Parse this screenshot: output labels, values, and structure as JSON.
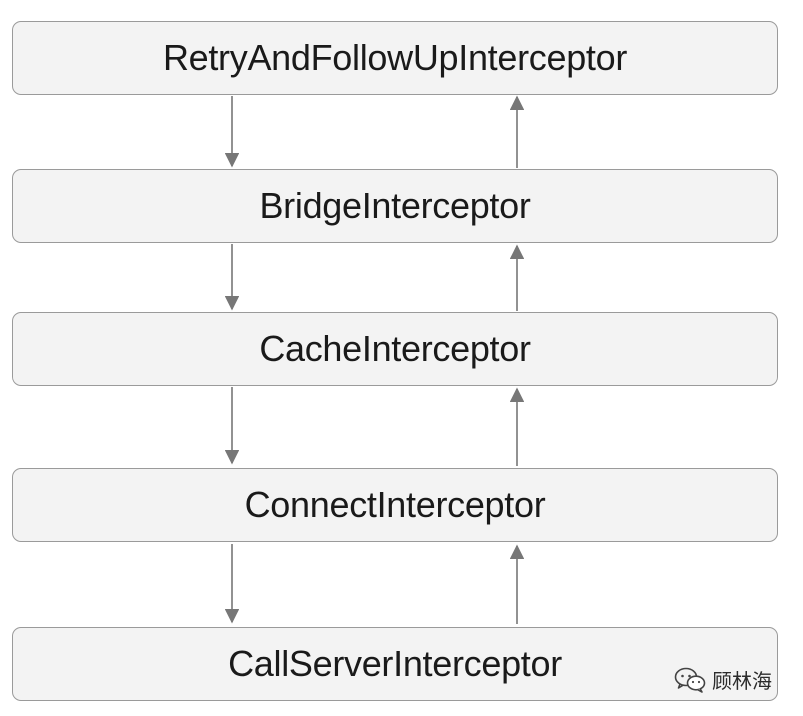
{
  "diagram": {
    "nodes": [
      "RetryAndFollowUpInterceptor",
      "BridgeInterceptor",
      "CacheInterceptor",
      "ConnectInterceptor",
      "CallServerInterceptor"
    ],
    "colors": {
      "box_fill": "#f3f3f3",
      "box_border": "#9a9a9a",
      "arrow": "#777777",
      "text": "#1a1a1a"
    }
  },
  "watermark": {
    "icon": "wechat-icon",
    "text": "顾林海"
  }
}
